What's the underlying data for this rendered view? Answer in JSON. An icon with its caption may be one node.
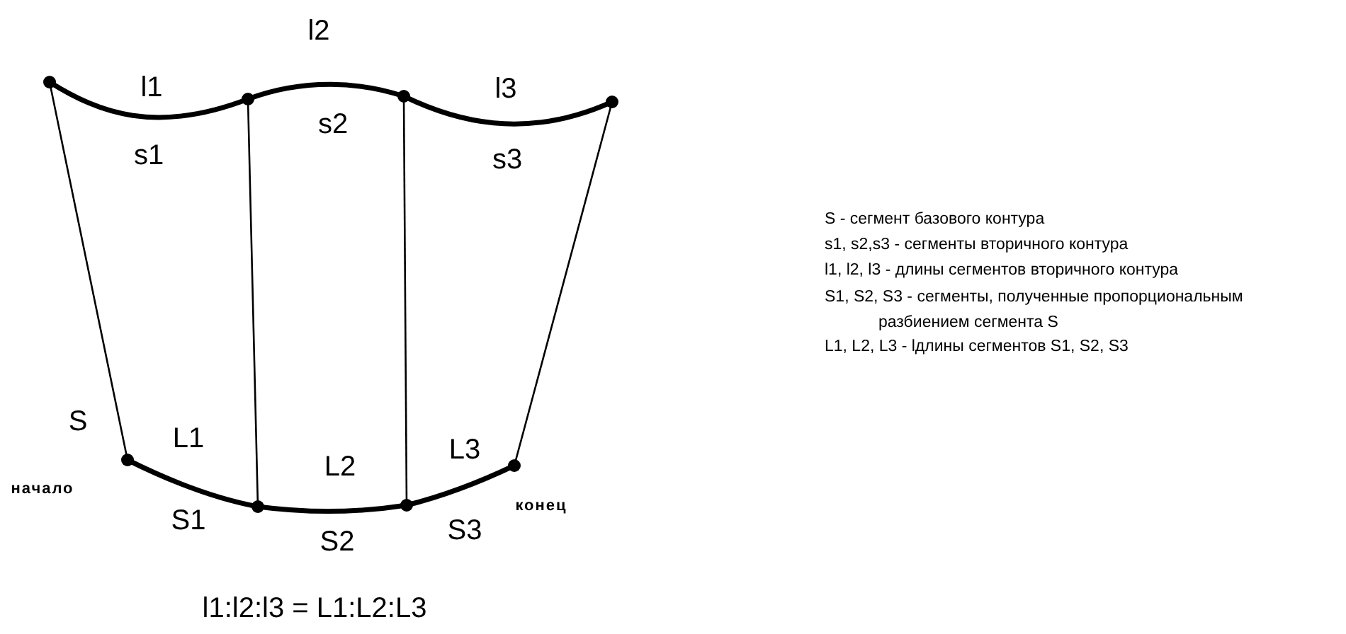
{
  "diagram": {
    "caption": "l1:l2:l3 = L1:L2:L3",
    "labels": [
      "l2",
      "l1",
      "l3",
      "s2",
      "s1",
      "s3",
      "S - сегмент базового контура",
      "s1, s2,s3 - сегменты вторичного контура",
      "l1, l2, l3 - длины сегментов вторичного контура",
      "S1, S2, S3 - сегменты, полученные пропорциональным разбиением сегмента S",
      "L1, L2, L3 - lдлины сегментов S1, S2, S3",
      "S",
      "L1",
      "L3",
      "L2",
      "начало",
      "конец",
      "S1",
      "S3",
      "S2"
    ]
  }
}
